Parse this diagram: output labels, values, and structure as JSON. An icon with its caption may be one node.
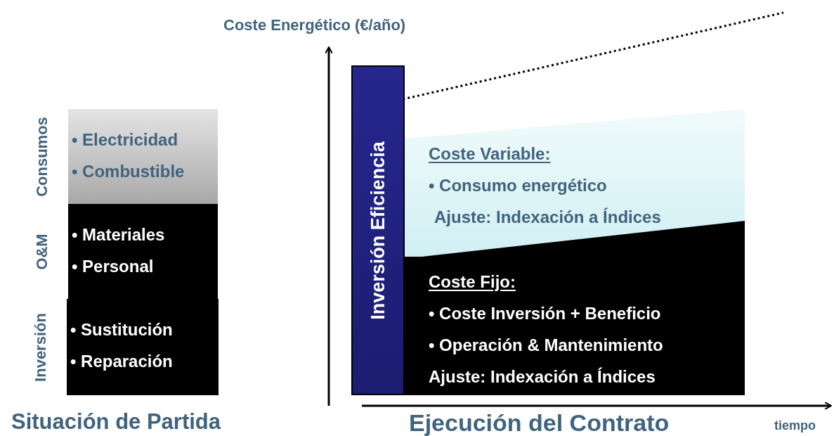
{
  "diagram": {
    "nodes": [
      {
        "text": [
          "Consumos",
          "• Electricidad",
          "• Combustible"
        ]
      },
      {
        "text": [
          "O&M",
          "• Materiales",
          "• Personal"
        ]
      },
      {
        "text": [
          "Inversión",
          "• Sustitución",
          "• Reparación"
        ]
      },
      {
        "text": [
          "Inversión Eficiencia"
        ]
      },
      {
        "text": [
          "Coste Variable:",
          "• Consumo energético",
          "Ajuste: Indexación a Índices"
        ]
      },
      {
        "text": [
          "Coste Fijo:",
          "• Coste Inversión + Beneficio",
          "• Operación & Mantenimiento",
          "Ajuste: Indexación a Índices"
        ]
      }
    ],
    "labels": [
      "Coste Energético (€/año)",
      "Situación de Partida",
      "Ejecución del Contrato",
      "tiempo"
    ]
  }
}
